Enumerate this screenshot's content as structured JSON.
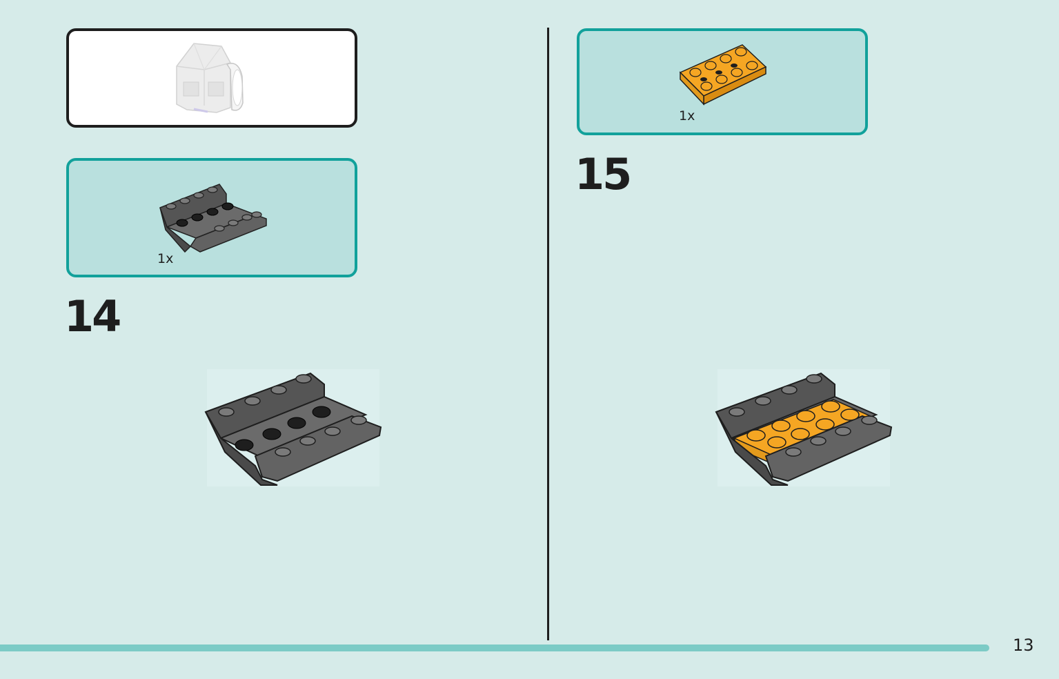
{
  "steps": [
    {
      "number": "14",
      "part_quantity": "1x",
      "part_color": "#6b6b6b"
    },
    {
      "number": "15",
      "part_quantity": "1x",
      "part_color": "#f5a623"
    }
  ],
  "page_number": "13",
  "colors": {
    "background": "#d6ebe9",
    "parts_panel": "#b9e0de",
    "parts_border": "#12a19b",
    "bottom_bar": "#7ccbc6",
    "brick_dark_gray": "#6b6b6b",
    "brick_orange": "#f5a623"
  }
}
